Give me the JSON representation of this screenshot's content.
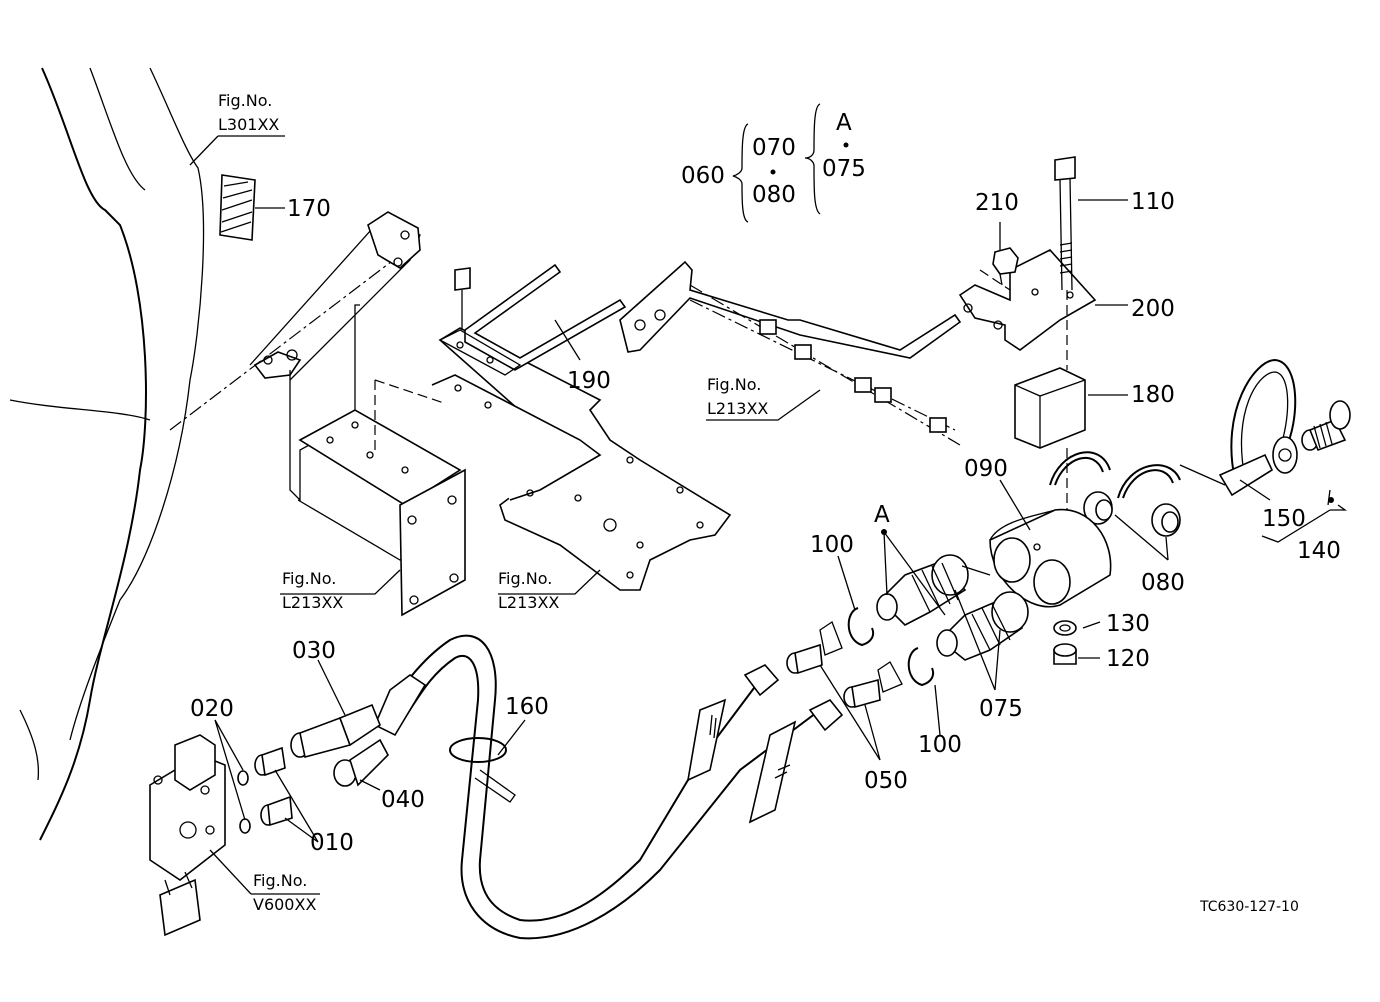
{
  "diagram": {
    "code": "TC630-127-10",
    "figure_references": [
      {
        "label": "Fig.No.",
        "ref": "L301XX"
      },
      {
        "label": "Fig.No.",
        "ref": "L213XX"
      },
      {
        "label": "Fig.No.",
        "ref": "L213XX"
      },
      {
        "label": "Fig.No.",
        "ref": "L213XX"
      },
      {
        "label": "Fig.No.",
        "ref": "V600XX"
      }
    ],
    "set_legend": {
      "set": "060",
      "members": [
        "070",
        "080"
      ],
      "dot": "•",
      "sub_ref": "A",
      "sub_member": "075"
    },
    "callouts": [
      "170",
      "210",
      "110",
      "200",
      "190",
      "180",
      "090",
      "150",
      "140",
      "080",
      "100",
      "A",
      "130",
      "120",
      "075",
      "100",
      "030",
      "160",
      "020",
      "040",
      "010",
      "050"
    ]
  }
}
